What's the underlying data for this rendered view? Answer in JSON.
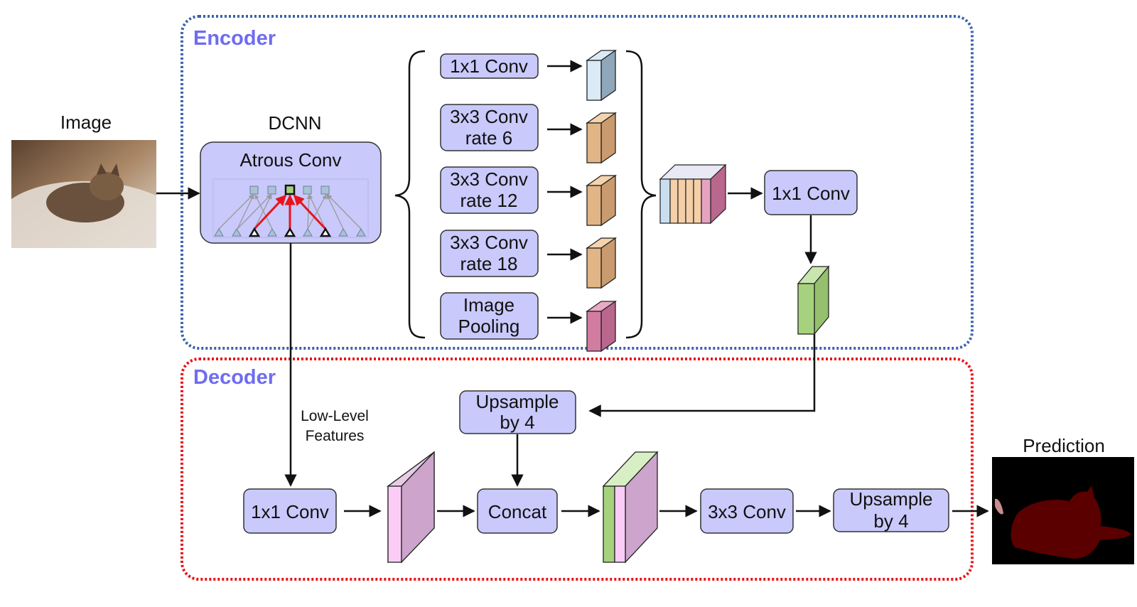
{
  "colors": {
    "encoder_border": "#3b64a8",
    "decoder_border": "#e8141a",
    "title": "#6f6cf0",
    "box_fill": "#c9c9fb",
    "blue_feature": "#a9c2d4",
    "orange_feature": "#e1b585",
    "pink_feature": "#d27ca1",
    "green_feature": "#a6d27d",
    "lowlevel_feature": "#cda4cc",
    "lowlevel_front": "#fbcdf6",
    "highlight_arrow": "#e8141a"
  },
  "labels": {
    "encoder_title": "Encoder",
    "decoder_title": "Decoder",
    "image": "Image",
    "dcnn": "DCNN",
    "atrous_conv": "Atrous Conv",
    "prediction": "Prediction",
    "low_level_line1": "Low-Level",
    "low_level_line2": "Features"
  },
  "aspp": [
    {
      "line1": "1x1 Conv",
      "line2": ""
    },
    {
      "line1": "3x3 Conv",
      "line2": "rate 6"
    },
    {
      "line1": "3x3 Conv",
      "line2": "rate 12"
    },
    {
      "line1": "3x3 Conv",
      "line2": "rate 18"
    },
    {
      "line1": "Image",
      "line2": "Pooling"
    }
  ],
  "encoder_conv": "1x1 Conv",
  "decoder": {
    "upsample_top_line1": "Upsample",
    "upsample_top_line2": "by 4",
    "conv_1x1": "1x1 Conv",
    "concat": "Concat",
    "conv_3x3": "3x3 Conv",
    "upsample_bottom_line1": "Upsample",
    "upsample_bottom_line2": "by 4"
  }
}
